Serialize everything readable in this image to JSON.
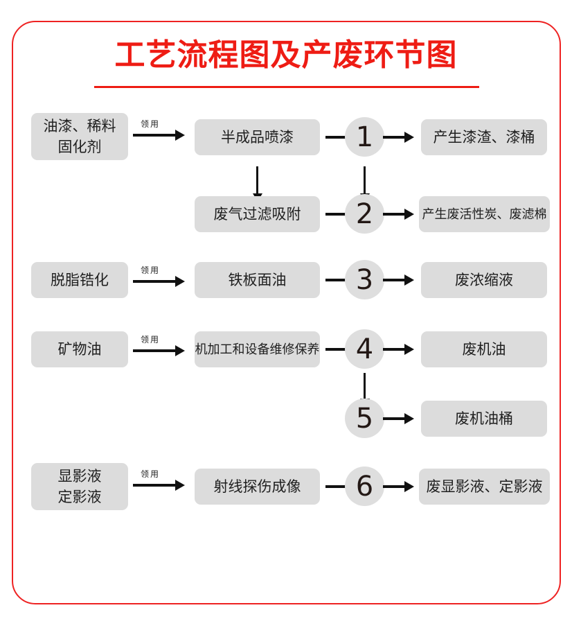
{
  "document": {
    "title": "工艺流程图及产废环节图",
    "frame_color": "#ee2222",
    "title_color": "#ee1c14",
    "node_fill": "#dcdcdc",
    "circle_fill": "#dedede",
    "connector_color": "#111111"
  },
  "arrow_labels": {
    "requisition": "领用"
  },
  "rows": [
    {
      "id": "row-1",
      "input": "油漆、稀料\n固化剂",
      "input_lines": [
        "油漆、稀料",
        "固化剂"
      ],
      "link_label": "领用",
      "process": "半成品喷漆",
      "node_number": "1",
      "output": "产生漆渣、漆桶"
    },
    {
      "id": "row-2",
      "input": null,
      "link_label": null,
      "process": "废气过滤吸附",
      "node_number": "2",
      "output": "产生废活性炭、废滤棉"
    },
    {
      "id": "row-3",
      "input": "脱脂锆化",
      "input_lines": [
        "脱脂锆化"
      ],
      "link_label": "领用",
      "process": "铁板面油",
      "node_number": "3",
      "output": "废浓缩液"
    },
    {
      "id": "row-4",
      "input": "矿物油",
      "input_lines": [
        "矿物油"
      ],
      "link_label": "领用",
      "process": "机加工和设备维修保养",
      "node_number": "4",
      "output": "废机油"
    },
    {
      "id": "row-5",
      "input": null,
      "link_label": null,
      "process": null,
      "node_number": "5",
      "output": "废机油桶"
    },
    {
      "id": "row-6",
      "input": "显影液\n定影液",
      "input_lines": [
        "显影液",
        "定影液"
      ],
      "link_label": "领用",
      "process": "射线探伤成像",
      "node_number": "6",
      "output": "废显影液、定影液"
    }
  ],
  "vertical_links": [
    {
      "from": "半成品喷漆",
      "to": "废气过滤吸附"
    },
    {
      "from": "1",
      "to": "2"
    },
    {
      "from": "4",
      "to": "5"
    }
  ]
}
